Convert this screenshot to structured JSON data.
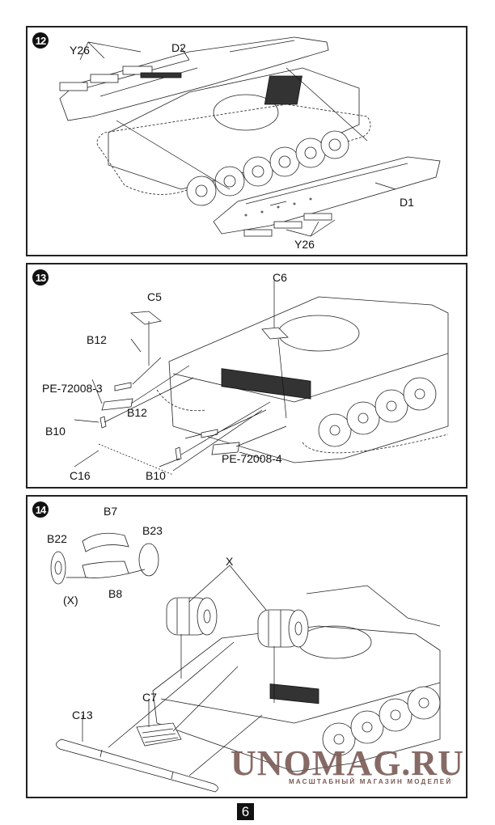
{
  "steps": [
    {
      "number": "12",
      "labels": {
        "y26_top": "Y26",
        "d2": "D2",
        "d1": "D1",
        "y26_bottom": "Y26"
      }
    },
    {
      "number": "13",
      "labels": {
        "c5": "C5",
        "c6": "C6",
        "b12_left": "B12",
        "pe3": "PE-72008-3",
        "b10_left": "B10",
        "b12_mid": "B12",
        "c16": "C16",
        "b10_mid": "B10",
        "pe4": "PE-72008-4"
      }
    },
    {
      "number": "14",
      "labels": {
        "b7": "B7",
        "b22": "B22",
        "b23": "B23",
        "x_sub": "(X)",
        "b8": "B8",
        "x": "X",
        "c7": "C7",
        "c13": "C13"
      }
    }
  ],
  "watermark": {
    "title": "UNOMAG.RU",
    "subtitle": "МАСШТАБНЫЙ МАГАЗИН МОДЕЛЕЙ",
    "color": "#7a5a55"
  },
  "page_number": "6"
}
